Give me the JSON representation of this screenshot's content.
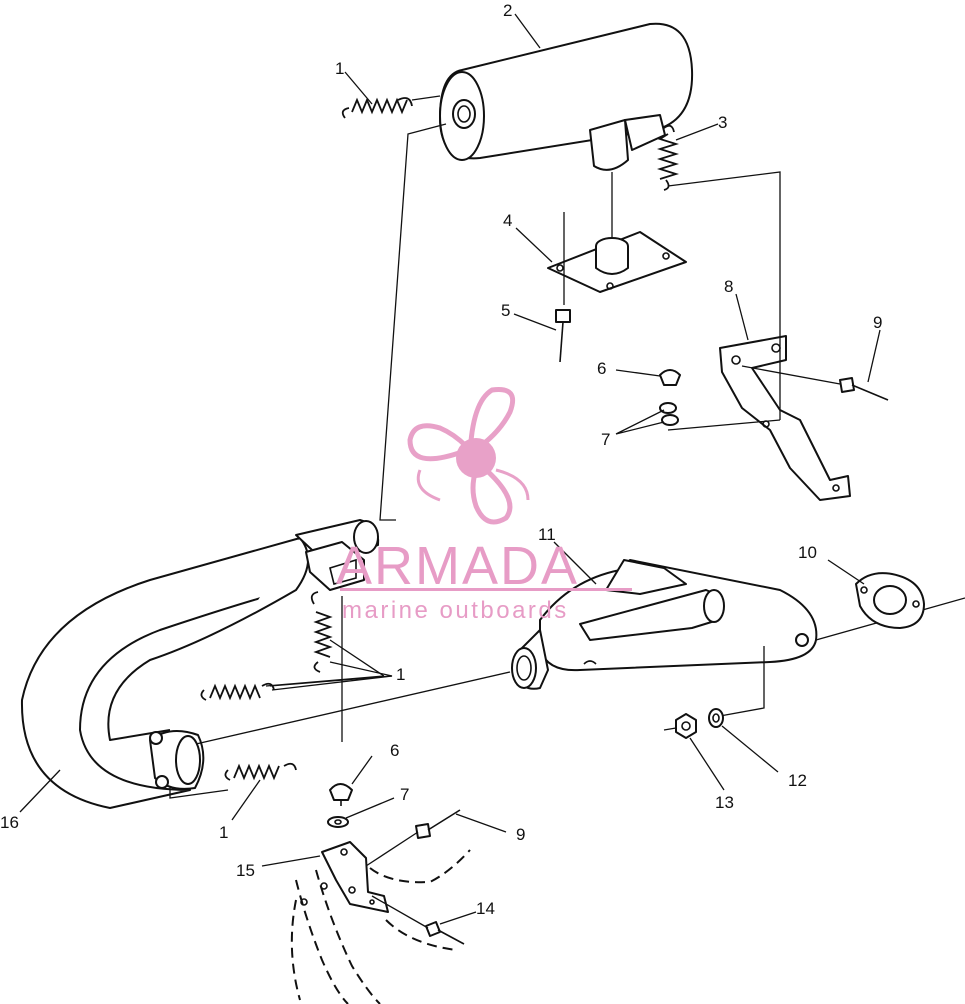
{
  "callouts": [
    {
      "id": "c1a",
      "text": "1"
    },
    {
      "id": "c2",
      "text": "2"
    },
    {
      "id": "c3",
      "text": "3"
    },
    {
      "id": "c4",
      "text": "4"
    },
    {
      "id": "c5",
      "text": "5"
    },
    {
      "id": "c6a",
      "text": "6"
    },
    {
      "id": "c7a",
      "text": "7"
    },
    {
      "id": "c8",
      "text": "8"
    },
    {
      "id": "c9a",
      "text": "9"
    },
    {
      "id": "c10",
      "text": "10"
    },
    {
      "id": "c11",
      "text": "11"
    },
    {
      "id": "c1b",
      "text": "1"
    },
    {
      "id": "c6b",
      "text": "6"
    },
    {
      "id": "c7b",
      "text": "7"
    },
    {
      "id": "c9b",
      "text": "9"
    },
    {
      "id": "c12",
      "text": "12"
    },
    {
      "id": "c13",
      "text": "13"
    },
    {
      "id": "c1c",
      "text": "1"
    },
    {
      "id": "c16",
      "text": "16"
    },
    {
      "id": "c15",
      "text": "15"
    },
    {
      "id": "c14",
      "text": "14"
    }
  ],
  "watermark": {
    "brand": "ARMADA",
    "tagline": "marine outboards",
    "color": "#e79cc6"
  },
  "icons": [
    "propeller-logo-icon"
  ]
}
